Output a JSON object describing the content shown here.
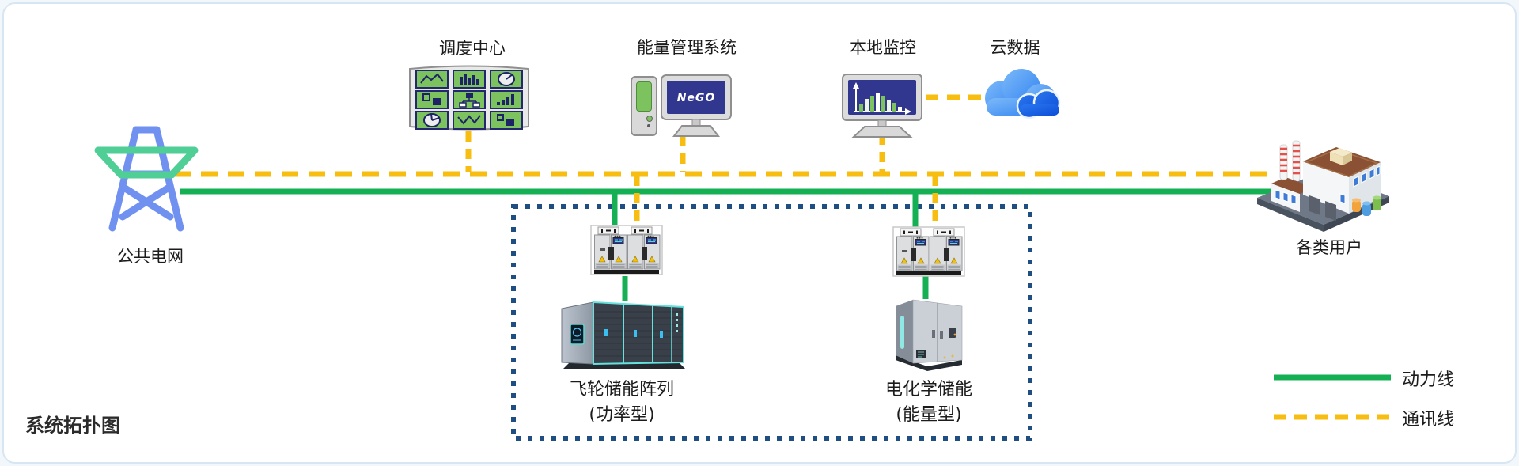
{
  "title": "系统拓扑图",
  "nodes": {
    "grid": {
      "label": "公共电网"
    },
    "dispatch": {
      "label": "调度中心"
    },
    "ems": {
      "label": "能量管理系统",
      "screen_text": "NeGO"
    },
    "local_monitor": {
      "label": "本地监控"
    },
    "cloud": {
      "label": "云数据"
    },
    "users": {
      "label": "各类用户"
    },
    "flywheel": {
      "label": "飞轮储能阵列",
      "sublabel": "(功率型)"
    },
    "battery": {
      "label": "电化学储能",
      "sublabel": "(能量型)"
    }
  },
  "legend": {
    "power": {
      "label": "动力线",
      "style": "solid",
      "color": "#15b054"
    },
    "comm": {
      "label": "通讯线",
      "style": "dashed",
      "color": "#f7bd11"
    }
  },
  "colors": {
    "power_line": "#15b054",
    "comm_line": "#f7bd11",
    "storage_boundary": "#1f4e82",
    "screen_navy": "#31368f",
    "tile_green": "#7cc25e",
    "tower_blue": "#7191f1",
    "tower_green": "#4fce96",
    "cloud_blue_light": "#7cb9f9",
    "cloud_blue_dark": "#0d4ed8"
  }
}
